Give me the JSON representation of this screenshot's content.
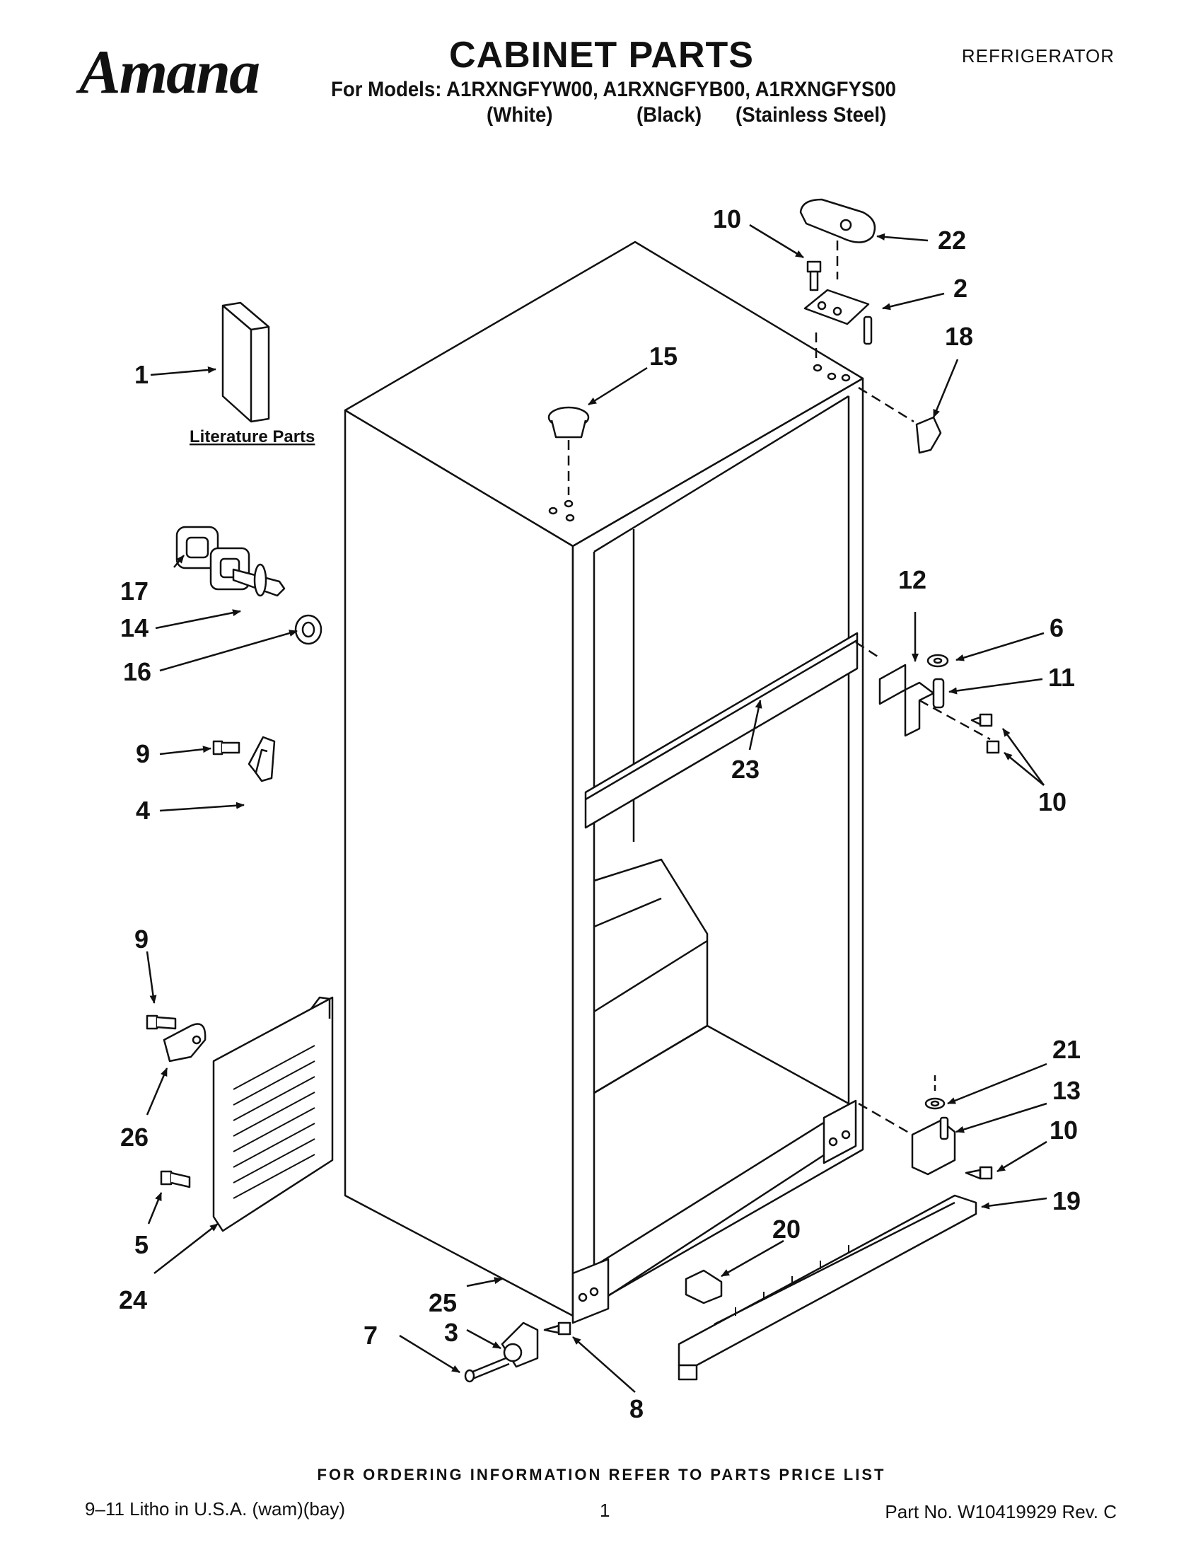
{
  "header": {
    "brand": "Amana",
    "title": "CABINET PARTS",
    "doc_type": "REFRIGERATOR",
    "models_line": "For Models: A1RXNGFYW00, A1RXNGFYB00, A1RXNGFYS00",
    "variants": [
      "(White)",
      "(Black)",
      "(Stainless Steel)"
    ]
  },
  "diagram": {
    "literature_label": "Literature Parts",
    "callouts": {
      "c1": "1",
      "c2": "2",
      "c3": "3",
      "c4": "4",
      "c5": "5",
      "c6": "6",
      "c7": "7",
      "c8": "8",
      "c9a": "9",
      "c9b": "9",
      "c10a": "10",
      "c10b": "10",
      "c10c": "10",
      "c11": "11",
      "c12": "12",
      "c13": "13",
      "c14": "14",
      "c15": "15",
      "c16": "16",
      "c17": "17",
      "c18": "18",
      "c19": "19",
      "c20": "20",
      "c21": "21",
      "c22": "22",
      "c23": "23",
      "c24": "24",
      "c25": "25",
      "c26": "26"
    }
  },
  "footer": {
    "ordering": "FOR ORDERING INFORMATION REFER TO PARTS PRICE LIST",
    "litho": "9–11 Litho in U.S.A. (wam)(bay)",
    "page": "1",
    "part_no": "Part No. W10419929 Rev. C"
  }
}
